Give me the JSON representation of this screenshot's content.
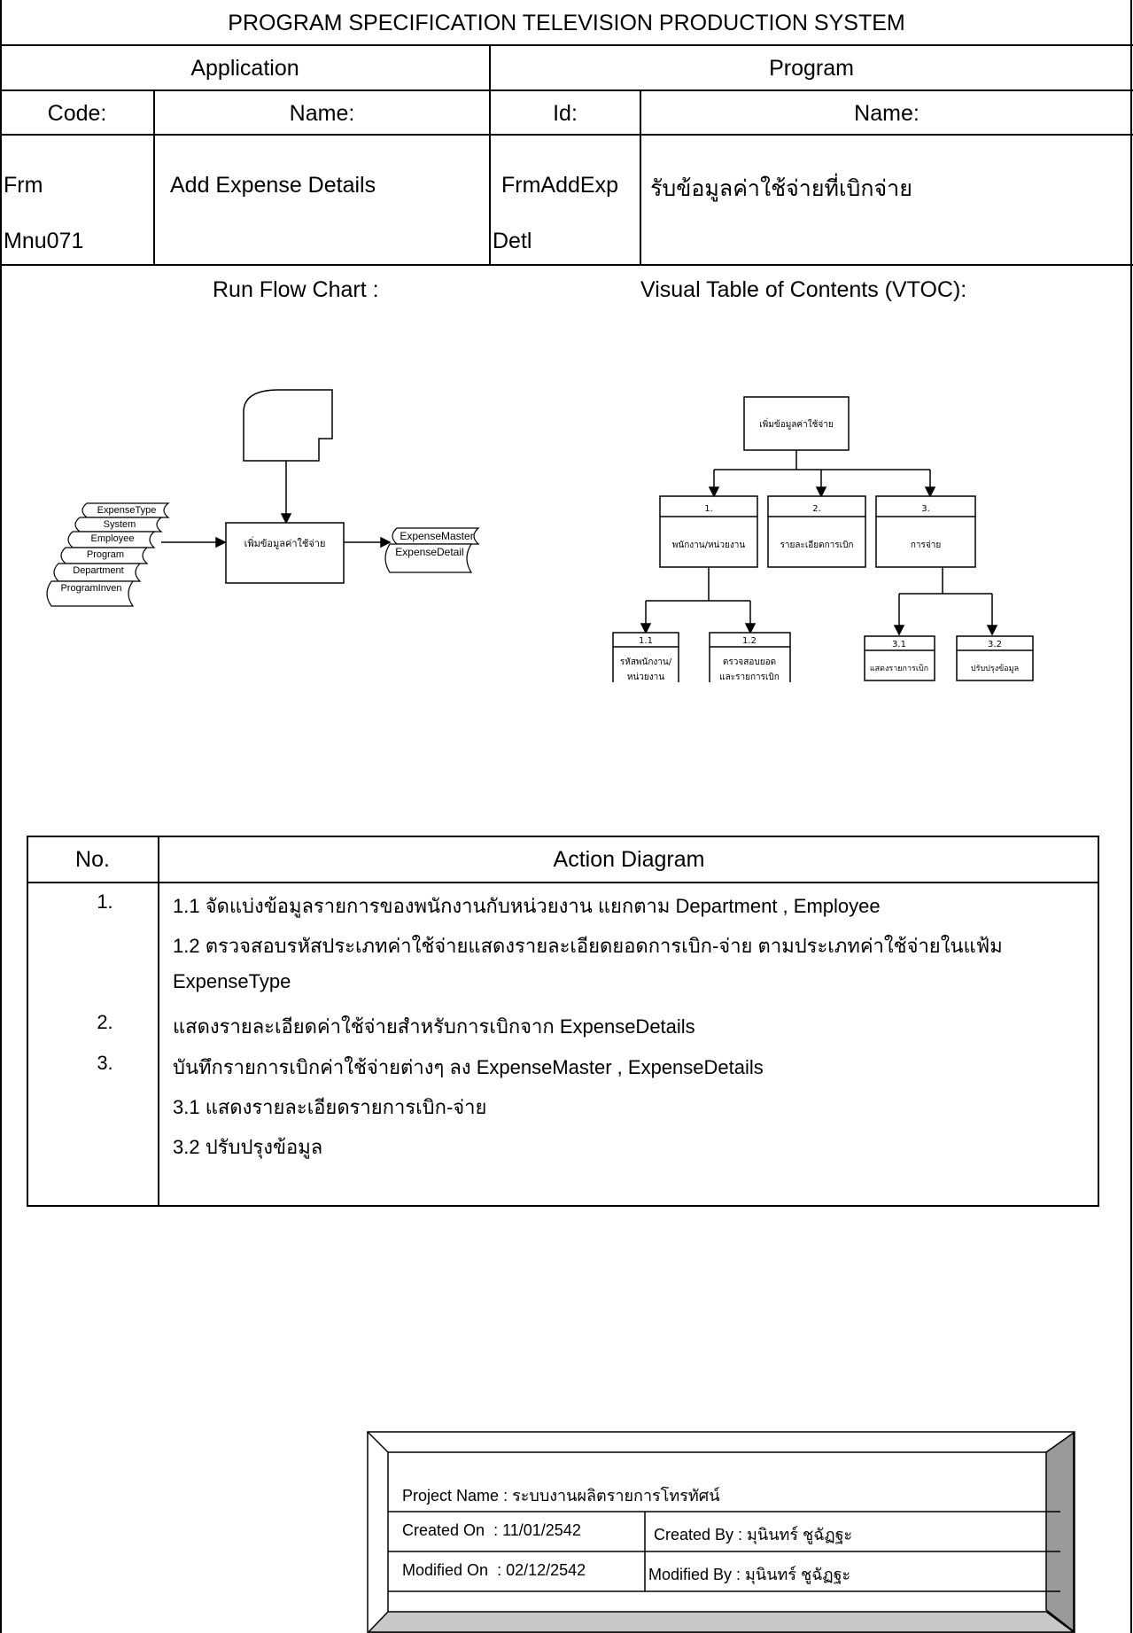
{
  "header": {
    "title": "PROGRAM SPECIFICATION TELEVISION PRODUCTION SYSTEM",
    "application_label": "Application",
    "program_label": "Program",
    "code_label": "Code:",
    "app_name_label": "Name:",
    "id_label": "Id:",
    "prog_name_label": "Name:",
    "code_line1": "Frm",
    "code_line2": "Mnu071",
    "app_name": "Add Expense Details",
    "id_line1": "FrmAddExp",
    "id_line2": "Detl",
    "prog_name": "รับข้อมูลค่าใช้จ่ายที่เบิกจ่าย"
  },
  "run_flow": {
    "title": "Run Flow Chart :",
    "files_in": [
      "ExpenseType",
      "System",
      "Employee",
      "Program",
      "Department",
      "ProgramInven"
    ],
    "process": "เพิ่มข้อมูลค่าใช้จ่าย",
    "files_out": [
      "ExpenseMaster",
      "ExpenseDetail"
    ]
  },
  "vtoc": {
    "title": "Visual Table of Contents (VTOC):",
    "root": "เพิ่มข้อมูลค่าใช้จ่าย",
    "n1_no": "1.",
    "n1_label": "พนักงาน/หน่วยงาน",
    "n2_no": "2.",
    "n2_label": "รายละเอียดการเบิก",
    "n3_no": "3.",
    "n3_label": "การจ่าย",
    "n11_no": "1.1",
    "n11_l1": "รหัสพนักงาน/",
    "n11_l2": "หน่วยงาน",
    "n12_no": "1.2",
    "n12_l1": "ตรวจสอบยอด",
    "n12_l2": "และรายการเบิก",
    "n31_no": "3.1",
    "n31_label": "แสดงรายการเบิก",
    "n32_no": "3.2",
    "n32_label": "ปรับปรุงข้อมูล"
  },
  "actions": {
    "no_header": "No.",
    "diagram_header": "Action Diagram",
    "rows": [
      {
        "no": "1.",
        "text": "1.1 จัดแบ่งข้อมูลรายการของพนักงานกับหน่วยงาน แยกตาม Department , Employee"
      },
      {
        "no": "",
        "text": "1.2 ตรวจสอบรหัสประเภทค่าใช้จ่ายแสดงรายละเอียดยอดการเบิก-จ่าย ตามประเภทค่าใช้จ่ายในแฟ้ม"
      },
      {
        "no": "",
        "text": "ExpenseType"
      },
      {
        "no": "2.",
        "text": "แสดงรายละเอียดค่าใช้จ่ายสำหรับการเบิกจาก ExpenseDetails"
      },
      {
        "no": "3.",
        "text": "บันทึกรายการเบิกค่าใช้จ่ายต่างๆ ลง ExpenseMaster , ExpenseDetails"
      },
      {
        "no": "",
        "text": "3.1 แสดงรายละเอียดรายการเบิก-จ่าย"
      },
      {
        "no": "",
        "text": "3.2 ปรับปรุงข้อมูล"
      }
    ]
  },
  "info_box": {
    "project_label": "Project Name",
    "project_value": ": ระบบงานผลิตรายการโทรทัศน์",
    "created_on_label": "Created  On",
    "created_on_value": ":  11/01/2542",
    "created_by": "Created By : มุนินทร์ ชูฉัฏฐะ",
    "modified_on_label": "Modified  On",
    "modified_on_value": ":  02/12/2542",
    "modified_by": "Modified By : มุนินทร์ ชูฉัฏฐะ"
  }
}
